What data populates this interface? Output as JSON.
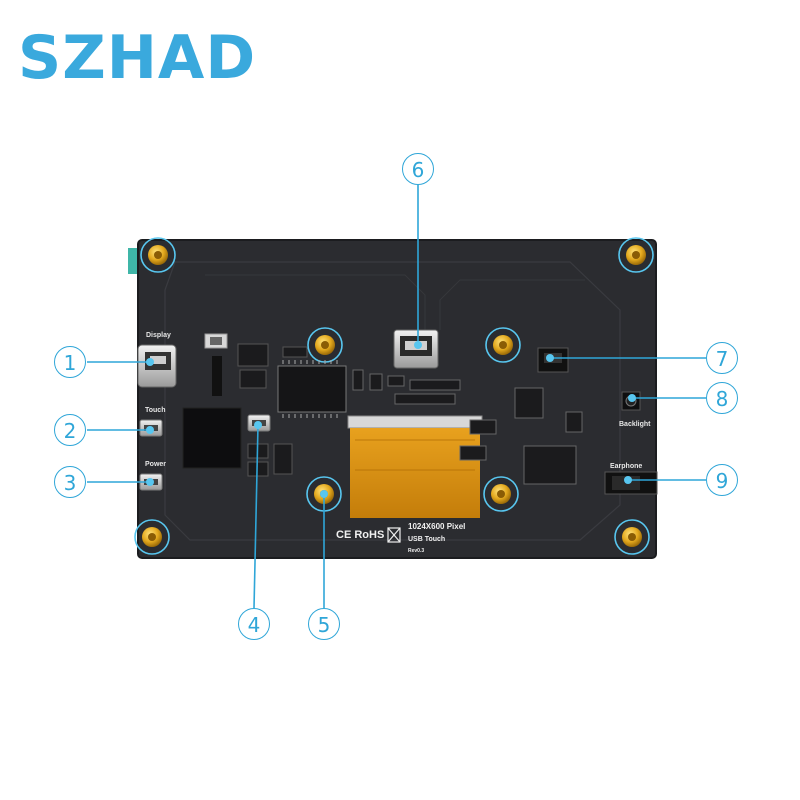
{
  "brand": {
    "name": "SZHAD",
    "color": "#3aa9dd"
  },
  "accent_color": "#2fa6d8",
  "board": {
    "port_labels": {
      "display": "Display",
      "touch": "Touch",
      "power": "Power",
      "backlight": "Backlight",
      "earphone": "Earphone"
    },
    "silkscreen": {
      "resolution": "1024X600 Pixel",
      "usb": "USB Touch",
      "revision": "Rev0.3",
      "certifications": "CE RoHS"
    }
  },
  "callouts": [
    {
      "number": "1"
    },
    {
      "number": "2"
    },
    {
      "number": "3"
    },
    {
      "number": "4"
    },
    {
      "number": "5"
    },
    {
      "number": "6"
    },
    {
      "number": "7"
    },
    {
      "number": "8"
    },
    {
      "number": "9"
    }
  ]
}
